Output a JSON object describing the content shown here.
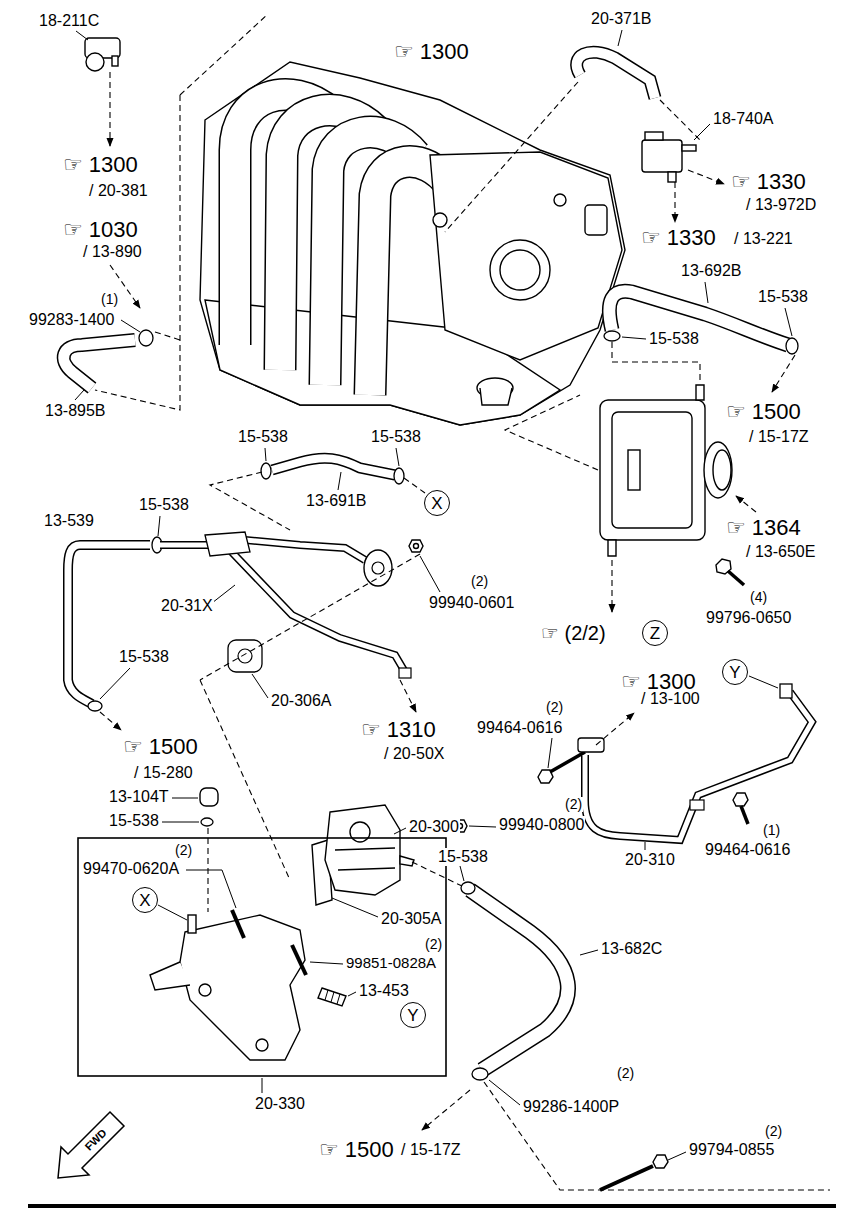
{
  "diagram": {
    "nodes": [
      {
        "text": [
          "X"
        ]
      },
      {
        "text": [
          "Z"
        ]
      },
      {
        "text": [
          "Y"
        ]
      },
      {
        "text": [
          "X"
        ]
      },
      {
        "text": [
          "Y"
        ]
      }
    ],
    "labels": [
      "18-211C",
      "20-371B",
      "☞ 1300",
      "18-740A",
      "☞ 1300",
      "☞ 1330",
      "/ 20-381",
      "/ 13-972D",
      "☞ 1030",
      "☞ 1330",
      "/ 13-221",
      "/ 13-890",
      "13-692B",
      "15-538",
      "(1)",
      "99283-1400",
      "15-538",
      "☞ 1500",
      "13-895B",
      "/ 15-17Z",
      "15-538",
      "15-538",
      "13-691B",
      "15-538",
      "13-539",
      "☞ 1364",
      "/ 13-650E",
      "(2)",
      "(4)",
      "99940-0601",
      "20-31X",
      "99796-0650",
      "☞ (2/2)",
      "15-538",
      "☞ 1300",
      "/ 13-100",
      "20-306A",
      "(2)",
      "99464-0616",
      "☞ 1310",
      "☞ 1500",
      "/ 20-50X",
      "/ 15-280",
      "13-104T",
      "(2)",
      "15-538",
      "20-300",
      "99940-0800",
      "(1)",
      "(2)",
      "99464-0616",
      "15-538",
      "20-310",
      "99470-0620A",
      "20-305A",
      "(2)",
      "13-682C",
      "99851-0828A",
      "13-453",
      "(2)",
      "20-330",
      "99286-1400P",
      "(2)",
      "FWD",
      "☞ 1500",
      "/ 15-17Z",
      "99794-0855"
    ]
  }
}
